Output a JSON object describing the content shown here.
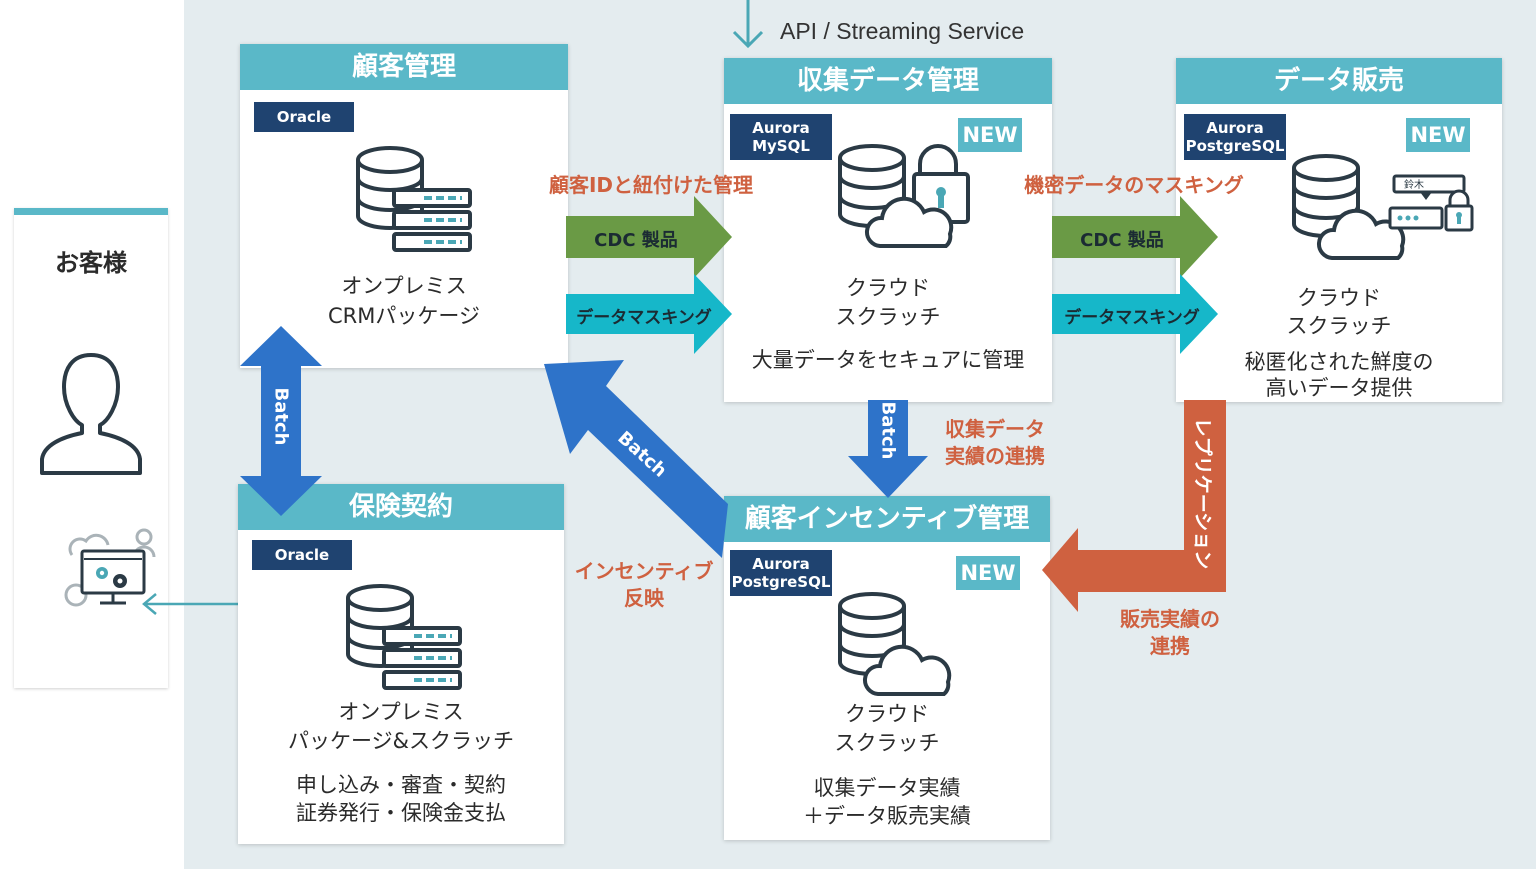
{
  "customer": {
    "title": "お客様"
  },
  "api_label": "API / Streaming Service",
  "boxes": {
    "kokyaku": {
      "title": "顧客管理",
      "db": "Oracle",
      "lines": [
        "オンプレミス",
        "CRMパッケージ"
      ]
    },
    "hoken": {
      "title": "保険契約",
      "db": "Oracle",
      "lines": [
        "オンプレミス",
        "パッケージ&スクラッチ"
      ],
      "desc": [
        "申し込み・審査・契約",
        "証券発行・保険金支払"
      ]
    },
    "shushu": {
      "title": "収集データ管理",
      "db": [
        "Aurora",
        "MySQL"
      ],
      "new": "NEW",
      "lines": [
        "クラウド",
        "スクラッチ"
      ],
      "desc": [
        "大量データをセキュアに管理"
      ]
    },
    "hanbai": {
      "title": "データ販売",
      "db": [
        "Aurora",
        "PostgreSQL"
      ],
      "new": "NEW",
      "lines": [
        "クラウド",
        "スクラッチ"
      ],
      "desc": [
        "秘匿化された鮮度の",
        "高いデータ提供"
      ],
      "icon_text": "鈴木"
    },
    "incentive": {
      "title": "顧客インセンティブ管理",
      "db": [
        "Aurora",
        "PostgreSQL"
      ],
      "new": "NEW",
      "lines": [
        "クラウド",
        "スクラッチ"
      ],
      "desc": [
        "収集データ実績",
        "＋データ販売実績"
      ]
    }
  },
  "arrows": {
    "cdc_label": "CDC 製品",
    "masking_label": "データマスキング",
    "batch_label": "Batch",
    "replication_label": "レプリケーション"
  },
  "notes": {
    "link_id": "顧客IDと紐付けた管理",
    "masking_secret": "機密データのマスキング",
    "collected_results": [
      "収集データ",
      "実績の連携"
    ],
    "incentive_reflect": [
      "インセンティブ",
      "反映"
    ],
    "sales_results": [
      "販売実績の",
      "連携"
    ]
  },
  "colors": {
    "header_teal": "#5ab8c8",
    "db_badge_navy": "#1f4370",
    "arrow_green": "#6a9a45",
    "arrow_cyan": "#16b7c9",
    "arrow_blue": "#2e73c9",
    "arrow_orange": "#cf6140",
    "note_orange": "#cf6140"
  }
}
